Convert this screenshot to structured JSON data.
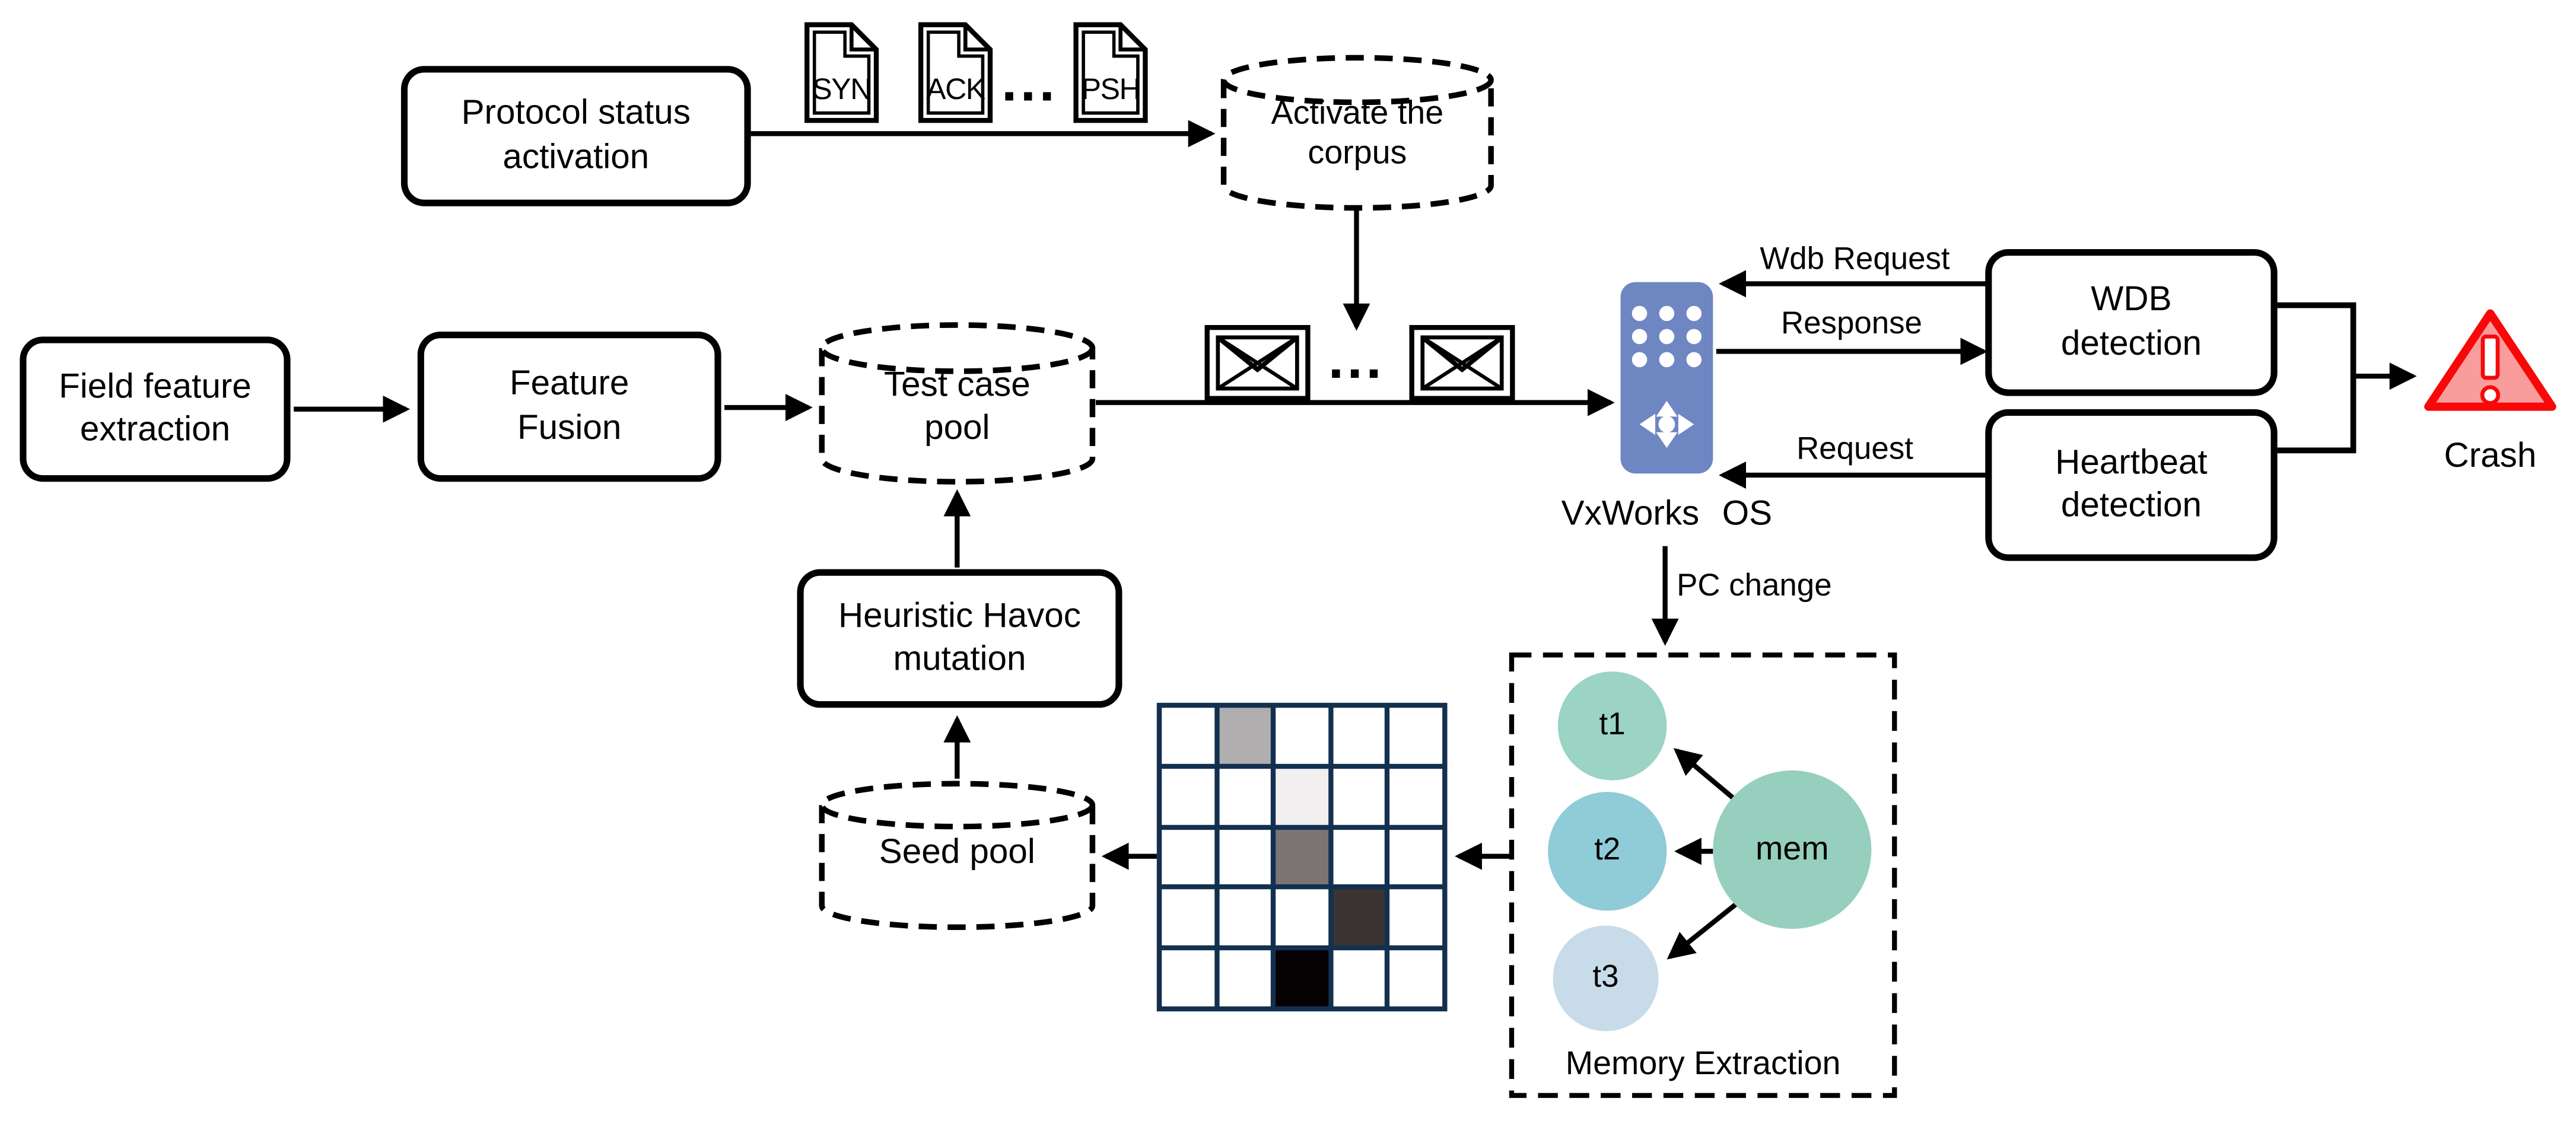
{
  "boxes": {
    "protocol": {
      "label": "Protocol status activation"
    },
    "field": {
      "label": "Field feature extraction"
    },
    "fusion": {
      "label": "Feature Fusion"
    },
    "heuristic": {
      "label": "Heuristic Havoc mutation"
    },
    "wdb": {
      "label": "WDB detection"
    },
    "heartbeat": {
      "label": "Heartbeat detection"
    }
  },
  "cylinders": {
    "corpus": {
      "label": "Activate the corpus"
    },
    "testpool": {
      "label": "Test case pool"
    },
    "seedpool": {
      "label": "Seed pool"
    }
  },
  "packets": {
    "docs": [
      {
        "label": "SYN"
      },
      {
        "label": "ACK"
      },
      {
        "label": "PSH"
      }
    ],
    "docs_ellipsis": "...",
    "envelopes_ellipsis": "..."
  },
  "os": {
    "label": "VxWorks OS",
    "icon_color": "#6e86c1"
  },
  "edge_labels": {
    "wdb_request": "Wdb Request",
    "response": "Response",
    "request": "Request",
    "pc_change": "PC change"
  },
  "crash": {
    "label": "Crash",
    "fill": "#f99c9c",
    "stroke": "#f80808"
  },
  "memory_extraction": {
    "title": "Memory Extraction",
    "nodes": [
      {
        "id": "t1",
        "color": "#9bd3c4"
      },
      {
        "id": "t2",
        "color": "#90cbd8"
      },
      {
        "id": "t3",
        "color": "#c7dbe9"
      },
      {
        "id": "mem",
        "color": "#96cfbd"
      }
    ]
  },
  "matrix": {
    "rows": 5,
    "cols": 5,
    "line_color": "#13304f",
    "filled_cells": [
      {
        "row": 0,
        "col": 1,
        "color": "#b0aeae"
      },
      {
        "row": 1,
        "col": 2,
        "color": "#f1efef"
      },
      {
        "row": 2,
        "col": 2,
        "color": "#7a7474"
      },
      {
        "row": 3,
        "col": 3,
        "color": "#3a3433"
      },
      {
        "row": 4,
        "col": 2,
        "color": "#060203"
      }
    ]
  }
}
